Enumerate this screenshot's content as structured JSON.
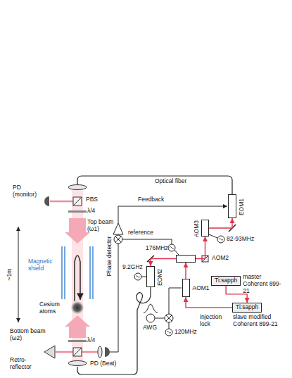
{
  "diagram": {
    "nodes": [
      {
        "text": [
          "EOM1"
        ]
      },
      {
        "text": [
          "AOM3"
        ]
      },
      {
        "text": [
          "AOM2"
        ]
      },
      {
        "text": [
          "EOM2"
        ]
      },
      {
        "text": [
          "Ti:sapph",
          "master Coherent 899-21"
        ]
      },
      {
        "text": [
          "AOM1"
        ]
      },
      {
        "text": [
          "Ti:sapph",
          "slave modified Coherent 899-21"
        ]
      }
    ],
    "edges": [
      {
        "from": 4,
        "to": 6,
        "arrow": "to",
        "label": "injection lock"
      },
      {
        "from": 6,
        "to": 5,
        "arrow": "to"
      },
      {
        "from": 5,
        "to": 2,
        "arrow": "to"
      },
      {
        "from": 2,
        "to": 1,
        "arrow": "to"
      },
      {
        "from": 1,
        "to": 0,
        "arrow": "to"
      },
      {
        "from": 2,
        "to": 3,
        "arrow": "to"
      }
    ],
    "labels": [
      "Optical fiber",
      "PD (monitor)",
      "PBS",
      "Feedback",
      "λ/4",
      "Top beam (ω1)",
      "Phase detector",
      "reference",
      "82-93MHz",
      "176MHz",
      "Magnetic shield",
      "9.2GHz",
      "~1m",
      "Cesium atoms",
      "AWG",
      "120MHz",
      "Bottom beam (ω2)",
      "λ/4",
      "Retro- reflector",
      "PD (Beat)"
    ]
  }
}
